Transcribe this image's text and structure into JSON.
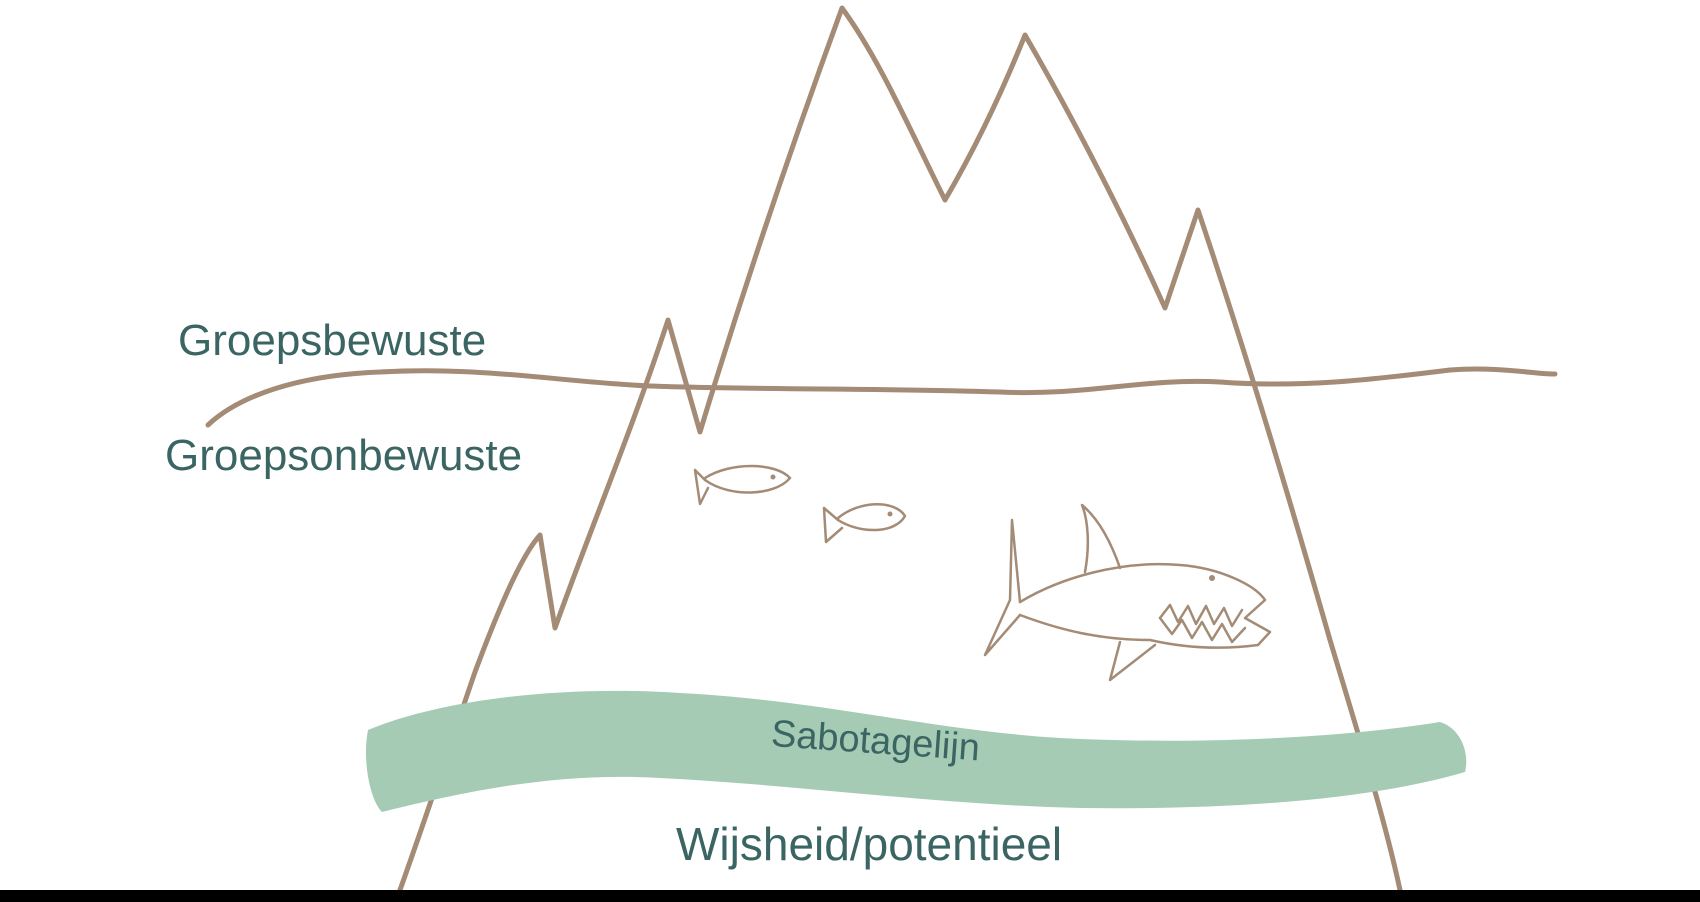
{
  "labels": {
    "conscious": "Groepsbewuste",
    "unconscious": "Groepsonbewuste",
    "sabotage": "Sabotagelijn",
    "wisdom": "Wijsheid/potentieel"
  },
  "colors": {
    "line": "#a48b76",
    "text": "#3a6563",
    "band": "#a5cbb4",
    "background": "#ffffff",
    "bottom_bar": "#000000"
  },
  "icons": [
    "iceberg-outline",
    "waterline",
    "small-fish-icon",
    "small-fish-icon",
    "shark-icon",
    "sabotage-band"
  ]
}
